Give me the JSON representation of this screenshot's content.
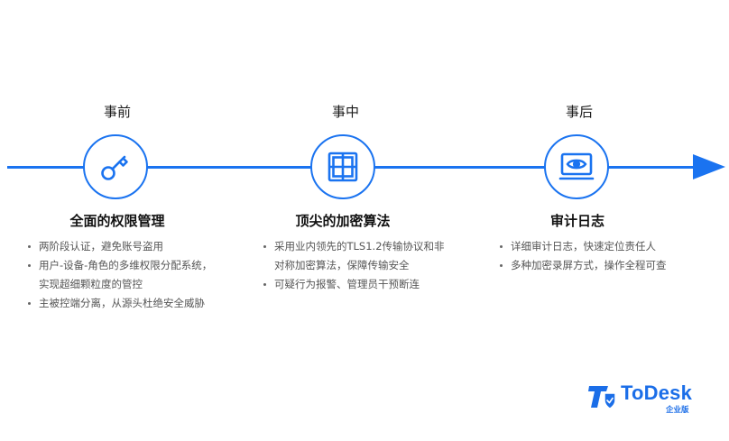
{
  "colors": {
    "accent": "#1a73f0",
    "text": "#111111",
    "muted": "#555555"
  },
  "phases": [
    {
      "label": "事前",
      "icon": "key-icon",
      "title": "全面的权限管理",
      "bullets": [
        {
          "lines": [
            "两阶段认证，避免账号盗用"
          ]
        },
        {
          "lines": [
            "用户-设备-角色的多维权限分配系统，",
            "实现超细颗粒度的管控"
          ]
        },
        {
          "lines": [
            "主被控端分离，从源头杜绝安全威胁"
          ]
        }
      ]
    },
    {
      "label": "事中",
      "icon": "window-grid-icon",
      "title": "顶尖的加密算法",
      "bullets": [
        {
          "lines": [
            "采用业内领先的TLS1.2传输协议和非",
            "对称加密算法，保障传输安全"
          ]
        },
        {
          "lines": [
            "可疑行为报警、管理员干预断连"
          ]
        }
      ]
    },
    {
      "label": "事后",
      "icon": "monitor-eye-icon",
      "title": "审计日志",
      "bullets": [
        {
          "lines": [
            "详细审计日志，快速定位责任人"
          ]
        },
        {
          "lines": [
            "多种加密录屏方式，操作全程可查"
          ]
        }
      ]
    }
  ],
  "brand": {
    "name": "ToDesk",
    "edition": "企业版",
    "icon": "todesk-logo-icon"
  }
}
